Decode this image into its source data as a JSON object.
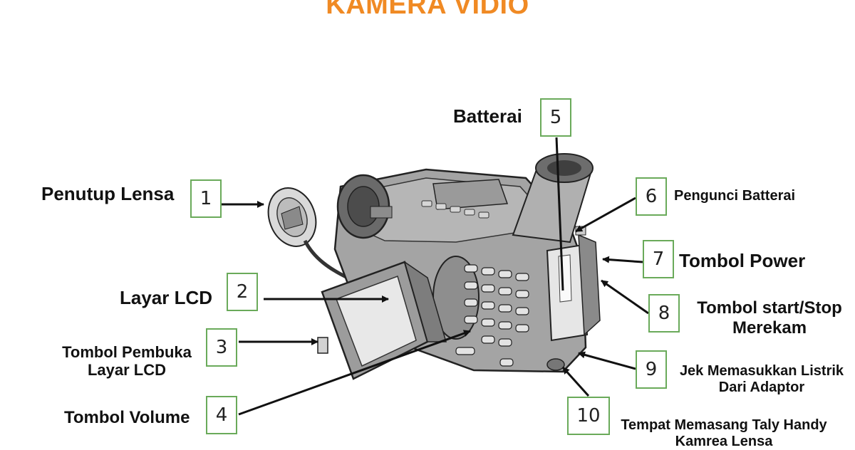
{
  "title": "KAMERA VIDIO",
  "callouts": [
    {
      "number": "1",
      "label": "Penutup Lensa"
    },
    {
      "number": "2",
      "label": "Layar LCD"
    },
    {
      "number": "3",
      "label_line1": "Tombol Pembuka",
      "label_line2": "Layar LCD"
    },
    {
      "number": "4",
      "label": "Tombol Volume"
    },
    {
      "number": "5",
      "label": "Batterai"
    },
    {
      "number": "6",
      "label": "Pengunci Batterai"
    },
    {
      "number": "7",
      "label": "Tombol Power"
    },
    {
      "number": "8",
      "label_line1": "Tombol start/Stop",
      "label_line2": "Merekam"
    },
    {
      "number": "9",
      "label_line1": "Jek Memasukkan Listrik",
      "label_line2": "Dari Adaptor"
    },
    {
      "number": "10",
      "label_line1": "Tempat Memasang Taly Handy",
      "label_line2": "Kamrea Lensa"
    }
  ],
  "colors": {
    "title": "#f08a24",
    "box_border": "#6aaa5a",
    "text": "#111111"
  }
}
